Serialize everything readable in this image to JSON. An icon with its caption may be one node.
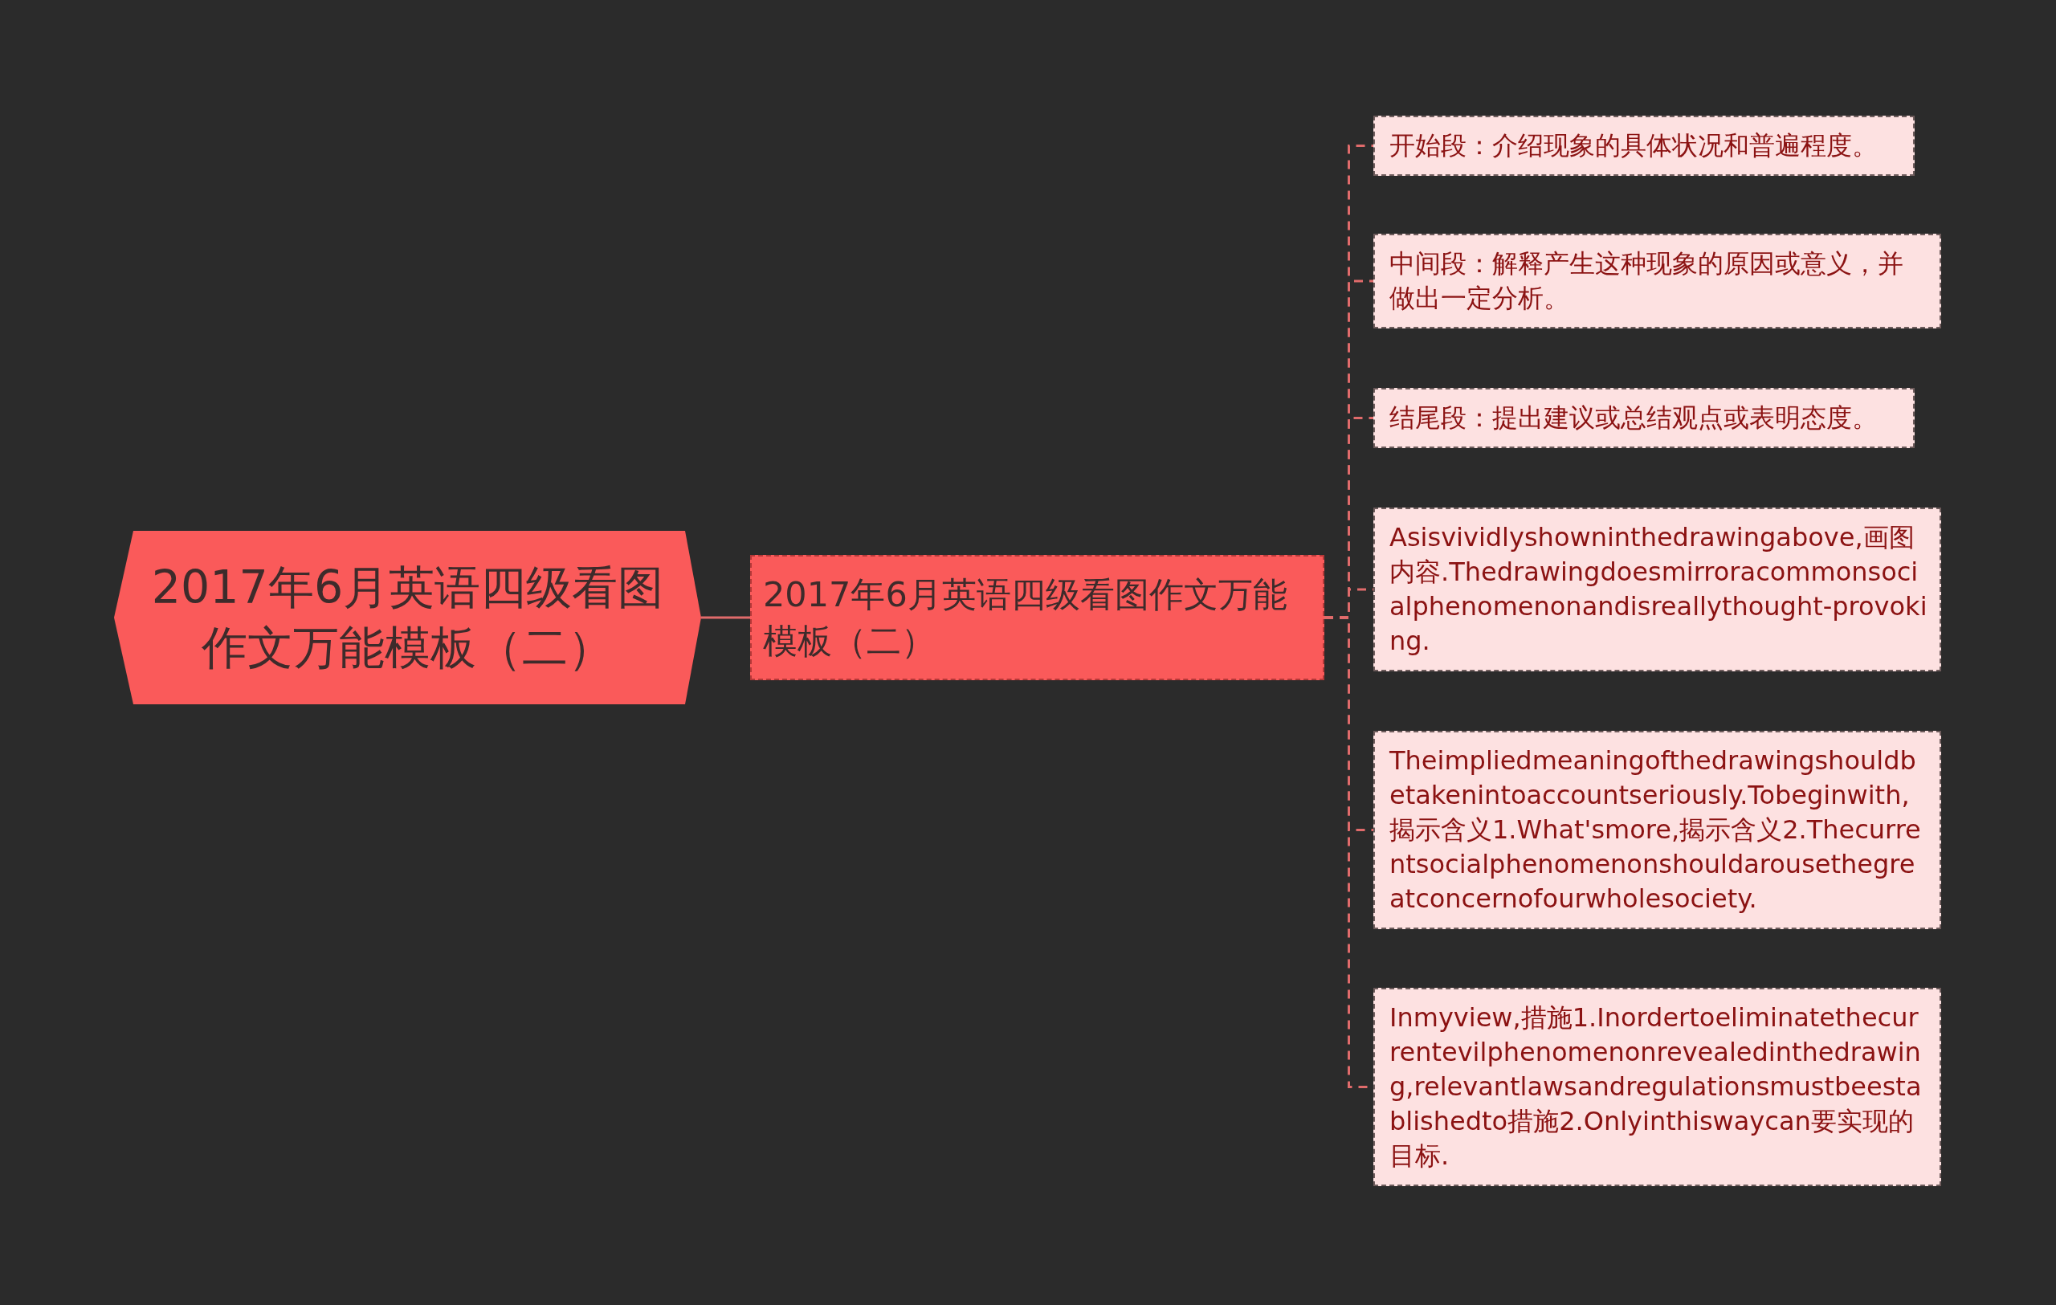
{
  "diagram": {
    "nodes": [
      {
        "text": [
          "2017年6月英语四级看图作文万能模板（二）"
        ]
      },
      {
        "text": [
          "2017年6月英语四级看图作文万能模板（二）"
        ]
      },
      {
        "text": [
          "开始段：介绍现象的具体状况和普遍程度。"
        ]
      },
      {
        "text": [
          "中间段：解释产生这种现象的原因或意义，并做出一定分析。"
        ]
      },
      {
        "text": [
          "结尾段：提出建议或总结观点或表明态度。"
        ]
      },
      {
        "text": [
          "Asisvividlyshowninthedrawingabove,画图内容.Thedrawingdoesmirroracommonsocialphenomenonandisreallythought-provoking."
        ]
      },
      {
        "text": [
          "Theimpliedmeaningofthedrawingshouldbetakenintoaccountseriously.Tobeginwith,揭示含义1.What'smore,揭示含义2.Thecurrentsocialphenomenonshouldarousethegreatconcernofourwholesociety."
        ]
      },
      {
        "text": [
          "Inmyview,措施1.Inordertoeliminatethecurrentevilphenomenonrevealedinthedrawing,relevantlawsandregulationsmustbeestablishedto措施2.Onlyinthiswaycan要实现的目标."
        ]
      }
    ],
    "edges": [
      {
        "from": 0,
        "to": 1,
        "arrow": "none"
      },
      {
        "from": 1,
        "to": 2,
        "arrow": "none",
        "style": "dashed"
      },
      {
        "from": 1,
        "to": 3,
        "arrow": "none",
        "style": "dashed"
      },
      {
        "from": 1,
        "to": 4,
        "arrow": "none",
        "style": "dashed"
      },
      {
        "from": 1,
        "to": 5,
        "arrow": "none",
        "style": "dashed"
      },
      {
        "from": 1,
        "to": 6,
        "arrow": "none",
        "style": "dashed"
      },
      {
        "from": 1,
        "to": 7,
        "arrow": "none",
        "style": "dashed"
      }
    ]
  }
}
